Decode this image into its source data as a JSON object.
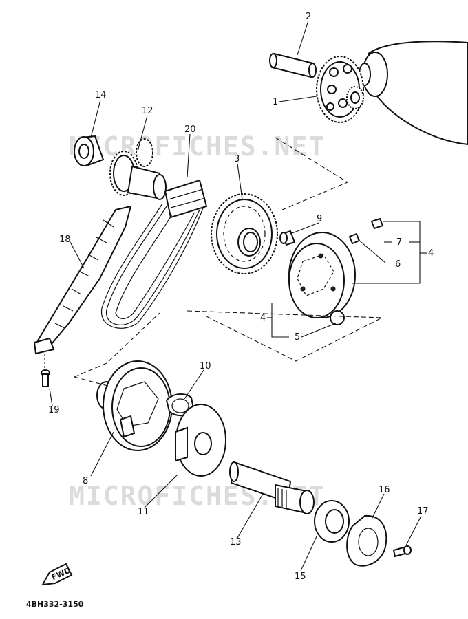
{
  "watermark": "MICROFICHES.NET",
  "drawing_code": "4BH332-3150",
  "fwd_label": "FWD",
  "callouts": {
    "c1": "1",
    "c2": "2",
    "c3": "3",
    "c4a": "4",
    "c4b": "4",
    "c5": "5",
    "c6": "6",
    "c7": "7",
    "c8": "8",
    "c9": "9",
    "c10": "10",
    "c11": "11",
    "c12": "12",
    "c13": "13",
    "c14": "14",
    "c15": "15",
    "c16": "16",
    "c17": "17",
    "c18": "18",
    "c19": "19",
    "c20": "20"
  }
}
